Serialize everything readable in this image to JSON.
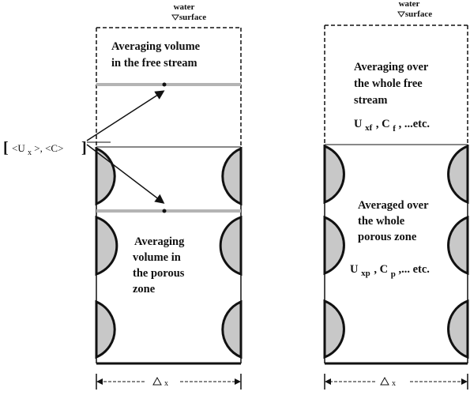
{
  "water_surface": {
    "line1": "water",
    "line2": "surface"
  },
  "left_panel": {
    "free_stream_label": [
      "Averaging volume",
      "in the free stream"
    ],
    "porous_label": [
      "Averaging",
      "volume in",
      "the porous",
      "zone"
    ],
    "dx_label": "x"
  },
  "right_panel": {
    "free_stream_label": [
      "Averaging over",
      "the whole free",
      "stream"
    ],
    "free_stream_vars": {
      "u": "U",
      "u_sub": "xf",
      "c": "C",
      "c_sub": "f",
      "rest": ", ...etc."
    },
    "porous_label": [
      "Averaged over",
      "the whole",
      "porous zone"
    ],
    "porous_vars": {
      "u": "U",
      "u_sub": "xp",
      "c": "C",
      "c_sub": "p",
      "rest": ",... etc."
    },
    "dx_label": "x"
  },
  "bracket_label": {
    "open": "[",
    "u_open": "<U",
    "u_sub": "x",
    "u_close": ">, <C>",
    "close": "]"
  },
  "colors": {
    "cylinder_fill": "#c8c8c8",
    "line": "#111111",
    "plane": "#b4b4b4"
  }
}
